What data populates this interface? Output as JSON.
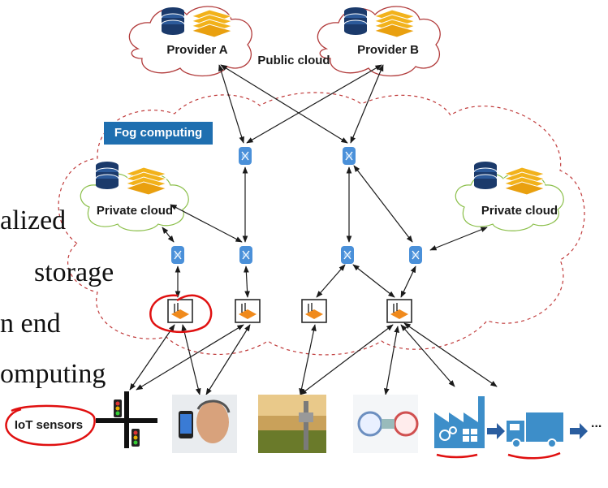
{
  "background_text": [
    "alized",
    "storage",
    "n end",
    "omputing"
  ],
  "cloud": {
    "providers": [
      "Provider A",
      "Provider B"
    ],
    "public_label": "Public cloud",
    "private_labels": [
      "Private cloud",
      "Private cloud"
    ]
  },
  "fog_label": "Fog computing",
  "iot_label": "IoT sensors",
  "chain_ellipsis": "...",
  "icons": [
    "database-icon",
    "router-icon",
    "access-point-icon",
    "traffic-light-icon",
    "phone-head-icon",
    "field-sensor-icon",
    "water-meter-icon",
    "factory-icon",
    "truck-icon",
    "arrow-icon"
  ],
  "colors": {
    "accent_blue": "#1f6fb0",
    "router_blue": "#4a90d9",
    "ap_orange": "#f08a1c",
    "db_blue": "#1b3a6b",
    "db_gold": "#f2b21b",
    "public_cloud_red": "#b13a3a",
    "private_cloud_green": "#8bbf4a",
    "fog_dash": "#c03a3a",
    "annotation_red": "#e01010"
  }
}
